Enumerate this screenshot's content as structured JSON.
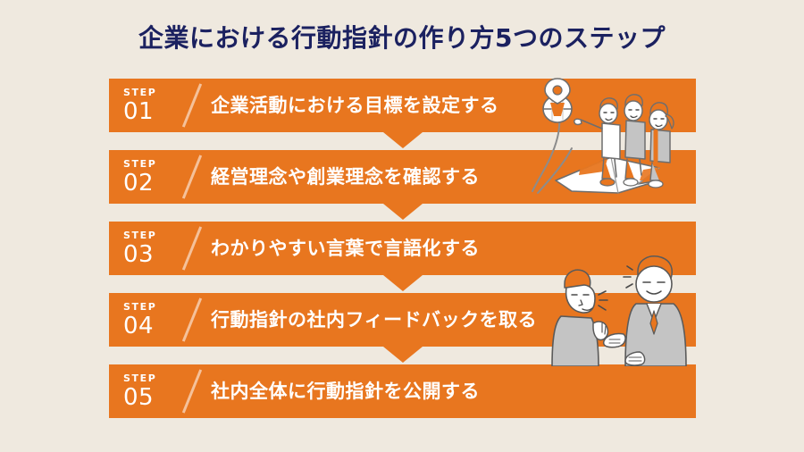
{
  "slide": {
    "title": "企業における行動指針の作り方5つのステップ",
    "background_color": "#EFE9DF",
    "accent_color": "#E8761F",
    "title_color": "#1B2160",
    "text_color": "#FFFFFF"
  },
  "steps": [
    {
      "step_word": "STEP",
      "number": "01",
      "text": "企業活動における目標を設定する",
      "has_notch": true
    },
    {
      "step_word": "STEP",
      "number": "02",
      "text": "経営理念や創業理念を確認する",
      "has_notch": true
    },
    {
      "step_word": "STEP",
      "number": "03",
      "text": "わかりやすい言葉で言語化する",
      "has_notch": true
    },
    {
      "step_word": "STEP",
      "number": "04",
      "text": "行動指針の社内フィードバックを取る",
      "has_notch": true
    },
    {
      "step_word": "STEP",
      "number": "05",
      "text": "社内全体に行動指針を公開する",
      "has_notch": false
    }
  ],
  "illustrations": [
    {
      "name": "people-riding-arrow-to-map-pin-illustration",
      "description": "三人が矢印に乗って地図ピンへ向かうイラスト"
    },
    {
      "name": "two-people-conversation-illustration",
      "description": "二人が会話しているイラスト"
    }
  ]
}
